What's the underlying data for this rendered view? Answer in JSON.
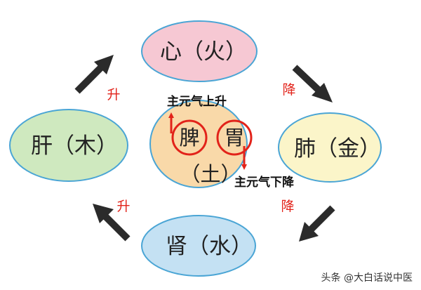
{
  "colors": {
    "heart": "#f6c8d3",
    "liver": "#cfe9bf",
    "lung": "#fbf5c9",
    "kidney": "#c4e1f3",
    "spleen": "#f9d9a9",
    "outline": "#4aa5d5",
    "arrow": "#2b2b2b",
    "accent": "#e2231a"
  },
  "nodes": {
    "heart": "心（火）",
    "liver": "肝（木）",
    "lung": "肺（金）",
    "kidney": "肾（水）",
    "spleen_char": "脾",
    "stomach_char": "胃",
    "earth": "（土）"
  },
  "labels": {
    "ascend_top": "升",
    "descend_top": "降",
    "ascend_bottom": "升",
    "descend_bottom": "降",
    "spleen_qi": "主元气上升",
    "stomach_qi": "主元气下降"
  },
  "credit": "头条 @大白话说中医"
}
